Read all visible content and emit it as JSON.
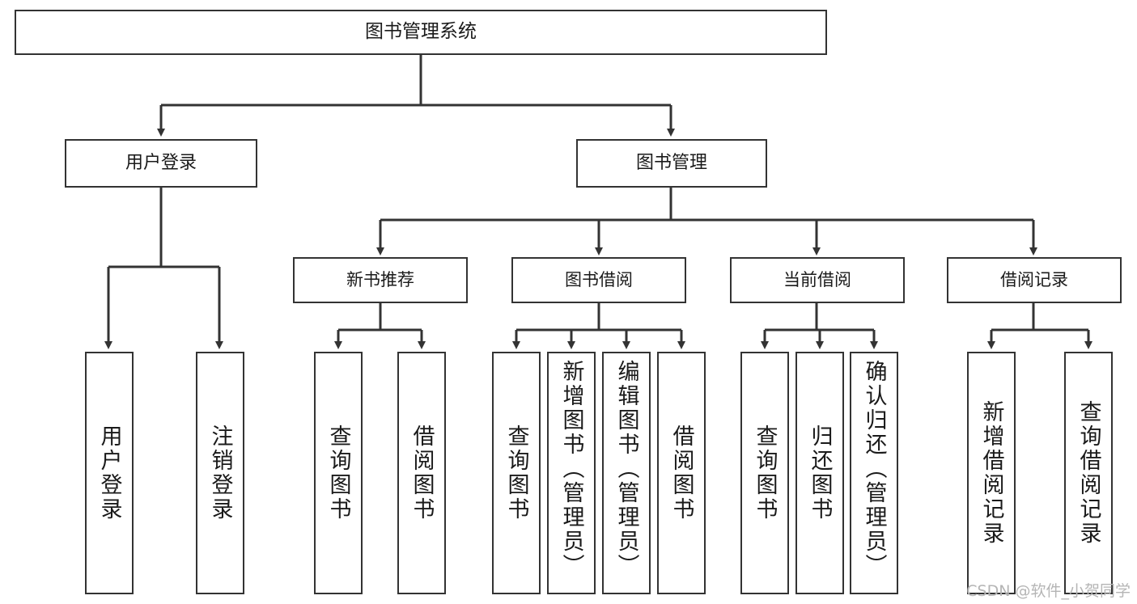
{
  "diagram": {
    "title": "图书管理系统",
    "type": "tree-hierarchy",
    "root": {
      "id": "root",
      "label": "图书管理系统"
    },
    "level1": [
      {
        "id": "user-login",
        "label": "用户登录"
      },
      {
        "id": "book-manage",
        "label": "图书管理"
      }
    ],
    "level2": [
      {
        "id": "new-book-rec",
        "label": "新书推荐"
      },
      {
        "id": "book-borrow",
        "label": "图书借阅"
      },
      {
        "id": "current-borrow",
        "label": "当前借阅"
      },
      {
        "id": "borrow-record",
        "label": "借阅记录"
      }
    ],
    "leaves": {
      "user_login": [
        {
          "id": "leaf-user-login",
          "label": "用户登录"
        },
        {
          "id": "leaf-logout-login",
          "label": "注销登录"
        }
      ],
      "new_book_rec": [
        {
          "id": "leaf-query-book-1",
          "label": "查询图书"
        },
        {
          "id": "leaf-borrow-book-1",
          "label": "借阅图书"
        }
      ],
      "book_borrow": [
        {
          "id": "leaf-query-book-2",
          "label": "查询图书"
        },
        {
          "id": "leaf-add-book",
          "label": "新增图书（管理员）"
        },
        {
          "id": "leaf-edit-book",
          "label": "编辑图书（管理员）"
        },
        {
          "id": "leaf-borrow-book-2",
          "label": "借阅图书"
        }
      ],
      "current_borrow": [
        {
          "id": "leaf-query-book-3",
          "label": "查询图书"
        },
        {
          "id": "leaf-return-book",
          "label": "归还图书"
        },
        {
          "id": "leaf-confirm-return",
          "label": "确认归还（管理员）"
        }
      ],
      "borrow_record": [
        {
          "id": "leaf-add-record",
          "label": "新增借阅记录"
        },
        {
          "id": "leaf-query-record",
          "label": "查询借阅记录"
        }
      ]
    }
  },
  "watermark": {
    "text": "CSDN @软件_小贺同学"
  },
  "colors": {
    "stroke": "#333333",
    "box_fill": "#ffffff",
    "text": "#1a1a1a",
    "watermark": "#b5b5b5",
    "background": "#ffffff"
  }
}
